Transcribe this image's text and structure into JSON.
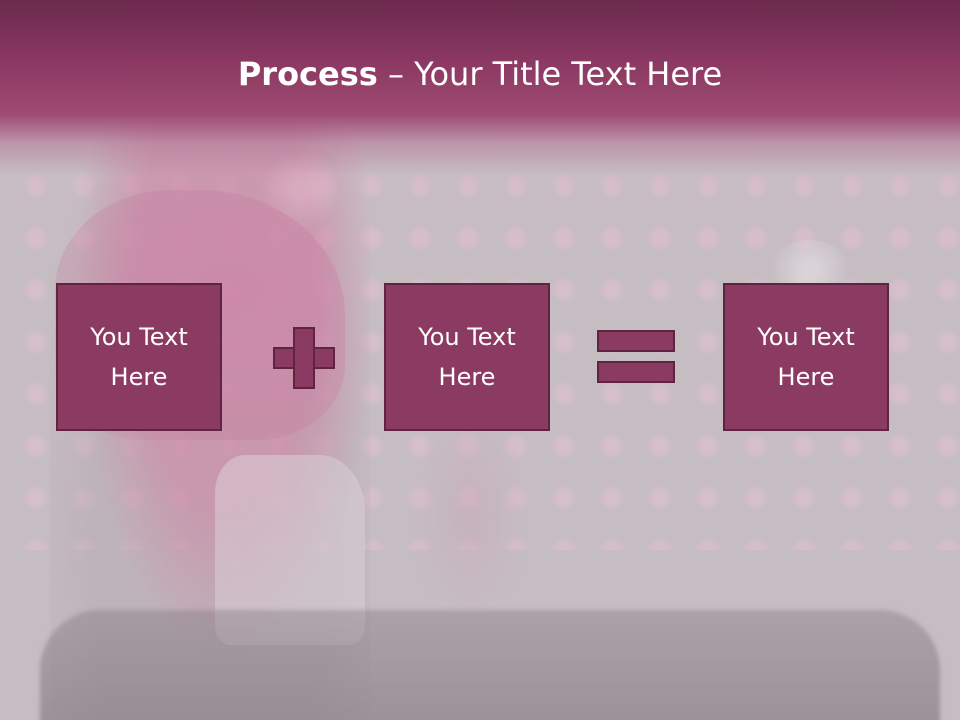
{
  "title": {
    "bold": "Process",
    "rest": " – Your Title Text Here"
  },
  "boxes": [
    {
      "text": "You Text\nHere"
    },
    {
      "text": "You Text\nHere"
    },
    {
      "text": "You Text\nHere"
    }
  ],
  "operators": {
    "first": "plus-icon",
    "second": "equals-icon"
  },
  "colors": {
    "box_fill": "#8b3a62",
    "box_border": "#5e2441",
    "header": "#8b3862"
  }
}
